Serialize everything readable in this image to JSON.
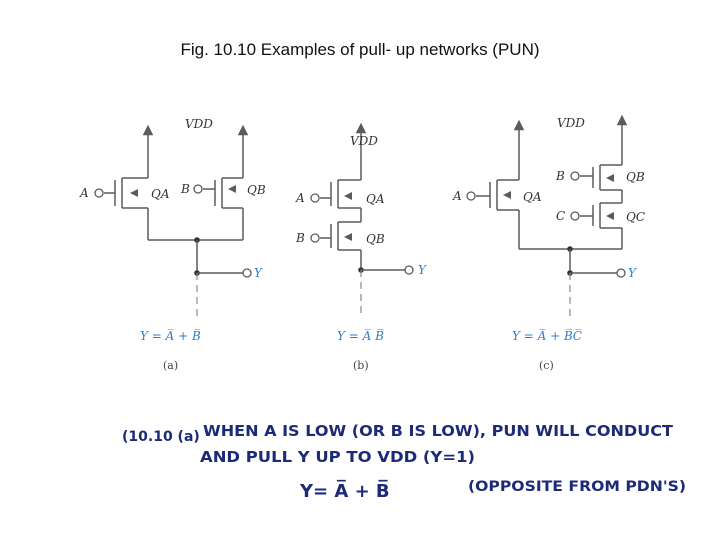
{
  "title": "Fig. 10.10 Examples of pull- up networks (PUN)",
  "circuits": {
    "a": {
      "vdd": "VDD",
      "in1": "A",
      "in2": "B",
      "q1": "QA",
      "q2": "QB",
      "out": "Y",
      "equation": "Y = A̅ + B̅",
      "caption": "(a)"
    },
    "b": {
      "vdd": "VDD",
      "in1": "A",
      "in2": "B",
      "q1": "QA",
      "q2": "QB",
      "out": "Y",
      "equation": "Y = A̅ B̅",
      "caption": "(b)"
    },
    "c": {
      "vdd": "VDD",
      "in1": "A",
      "in2": "B",
      "in3": "C",
      "q1": "QA",
      "q2": "QB",
      "q3": "QC",
      "out": "Y",
      "equation": "Y = A̅ + B̅C̅",
      "caption": "(c)"
    }
  },
  "handwritten": {
    "line1_ref": "(10.10 (a)",
    "line1": "WHEN A IS LOW (OR B IS LOW), PUN WILL CONDUCT",
    "line2": "AND PULL Y UP TO VDD (Y=1)",
    "line3_eq": "Y= A̅ + B̅",
    "line3_note": "(OPPOSITE FROM PDN'S)"
  },
  "colors": {
    "label_blue": "#2a7fd0",
    "ink_blue": "#1c2a78",
    "ink_red": "#b0202a",
    "wire": "#5b5b5b"
  }
}
